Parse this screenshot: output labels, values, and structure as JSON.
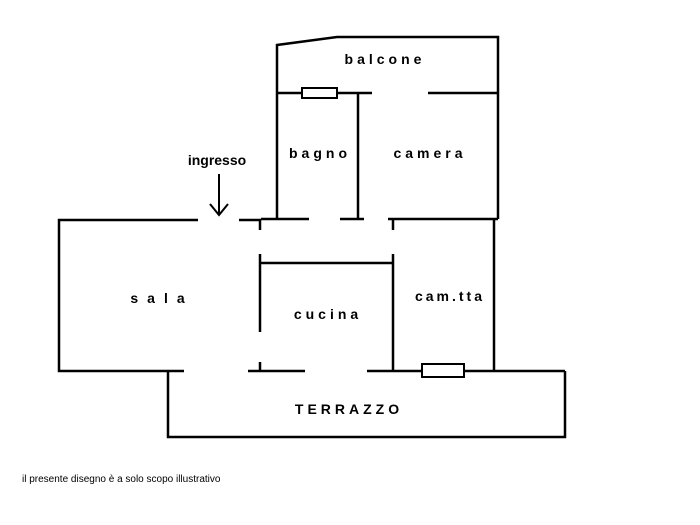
{
  "rooms": {
    "balcone": "balcone",
    "bagno": "bagno",
    "camera": "camera",
    "sala": "sala",
    "cucina": "cucina",
    "cameretta": "cam.tta",
    "terrazzo": "TERRAZZO"
  },
  "entrance_label": "ingresso",
  "entrance_icon": "arrow-down-icon",
  "footnote": "il presente disegno è a solo scopo illustrativo",
  "colors": {
    "wall": "#000000",
    "background": "#ffffff"
  }
}
